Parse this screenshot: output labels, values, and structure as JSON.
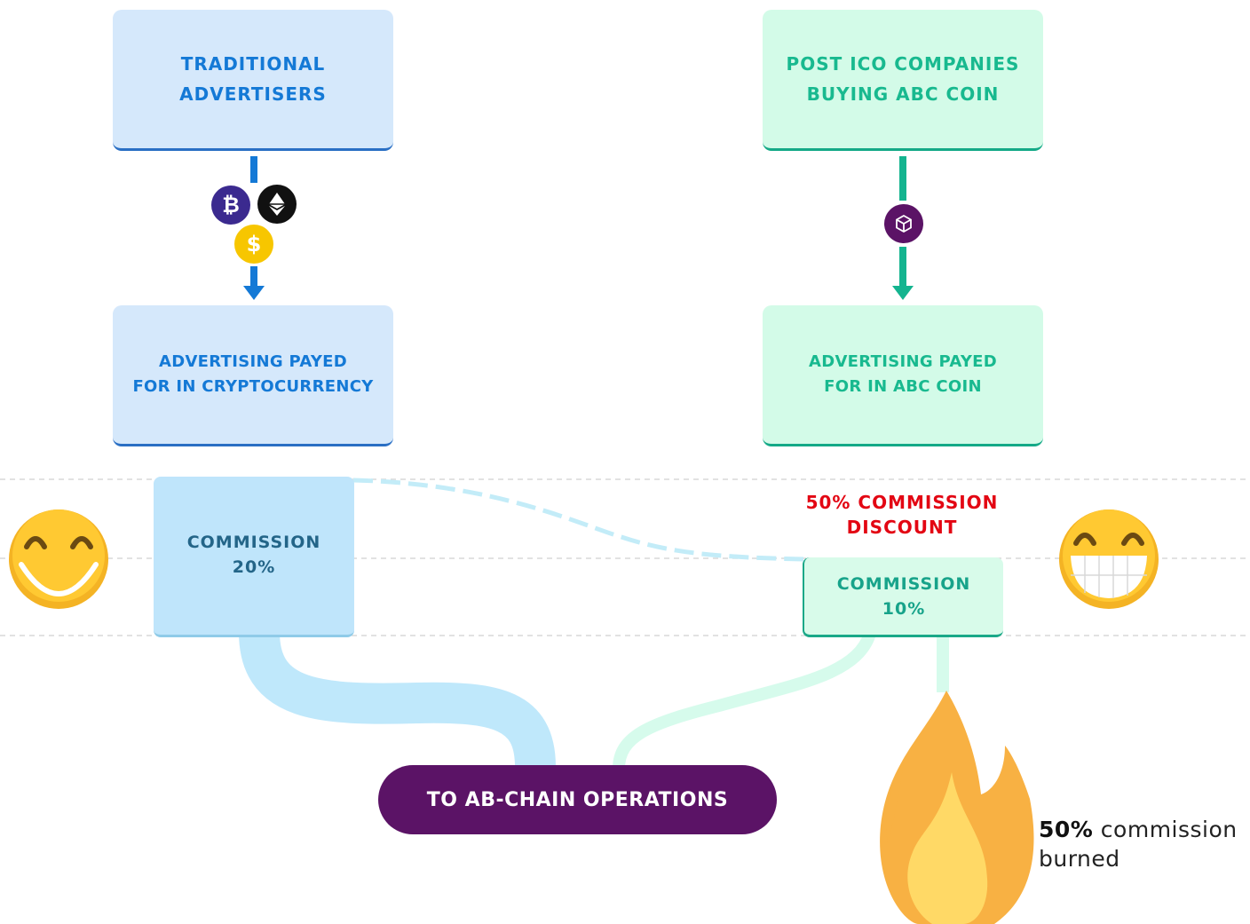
{
  "left_column": {
    "top_box": {
      "line1": "TRADITIONAL",
      "line2": "ADVERTISERS"
    },
    "mid_box": {
      "line1": "ADVERTISING PAYED",
      "line2": "FOR IN CRYPTOCURRENCY"
    },
    "commission": {
      "line1": "COMMISSION",
      "line2": "20%"
    },
    "payment_icons": [
      {
        "icon": "bitcoin-icon",
        "symbol": "₿",
        "color": "#3b2a8f"
      },
      {
        "icon": "ethereum-icon",
        "color": "#111111"
      },
      {
        "icon": "dollar-icon",
        "symbol": "$",
        "color": "#f7c600"
      }
    ]
  },
  "right_column": {
    "top_box": {
      "line1": "POST ICO COMPANIES",
      "line2": "BUYING ABC COIN"
    },
    "mid_box": {
      "line1": "ADVERTISING PAYED",
      "line2": "FOR IN ABC COIN"
    },
    "discount": {
      "line1": "50% COMMISSION",
      "line2": "DISCOUNT"
    },
    "commission": {
      "line1": "COMMISSION",
      "line2": "10%"
    },
    "coin_icon": {
      "icon": "abc-coin-icon",
      "color": "#5b1366"
    }
  },
  "operations": {
    "label": "TO AB-CHAIN OPERATIONS"
  },
  "burn_note": {
    "percent": "50%",
    "line1": "commission",
    "line2": "burned"
  },
  "colors": {
    "blue_accent": "#1479d6",
    "green_accent": "#18b98f",
    "discount_red": "#e30613",
    "operations_purple": "#5b1366",
    "flow_blue": "#bfe8fb",
    "flow_green": "#d6fbec"
  },
  "decorations": {
    "left_face": "smiling-face-icon",
    "right_face": "grinning-face-icon",
    "flame": "fire-icon"
  }
}
